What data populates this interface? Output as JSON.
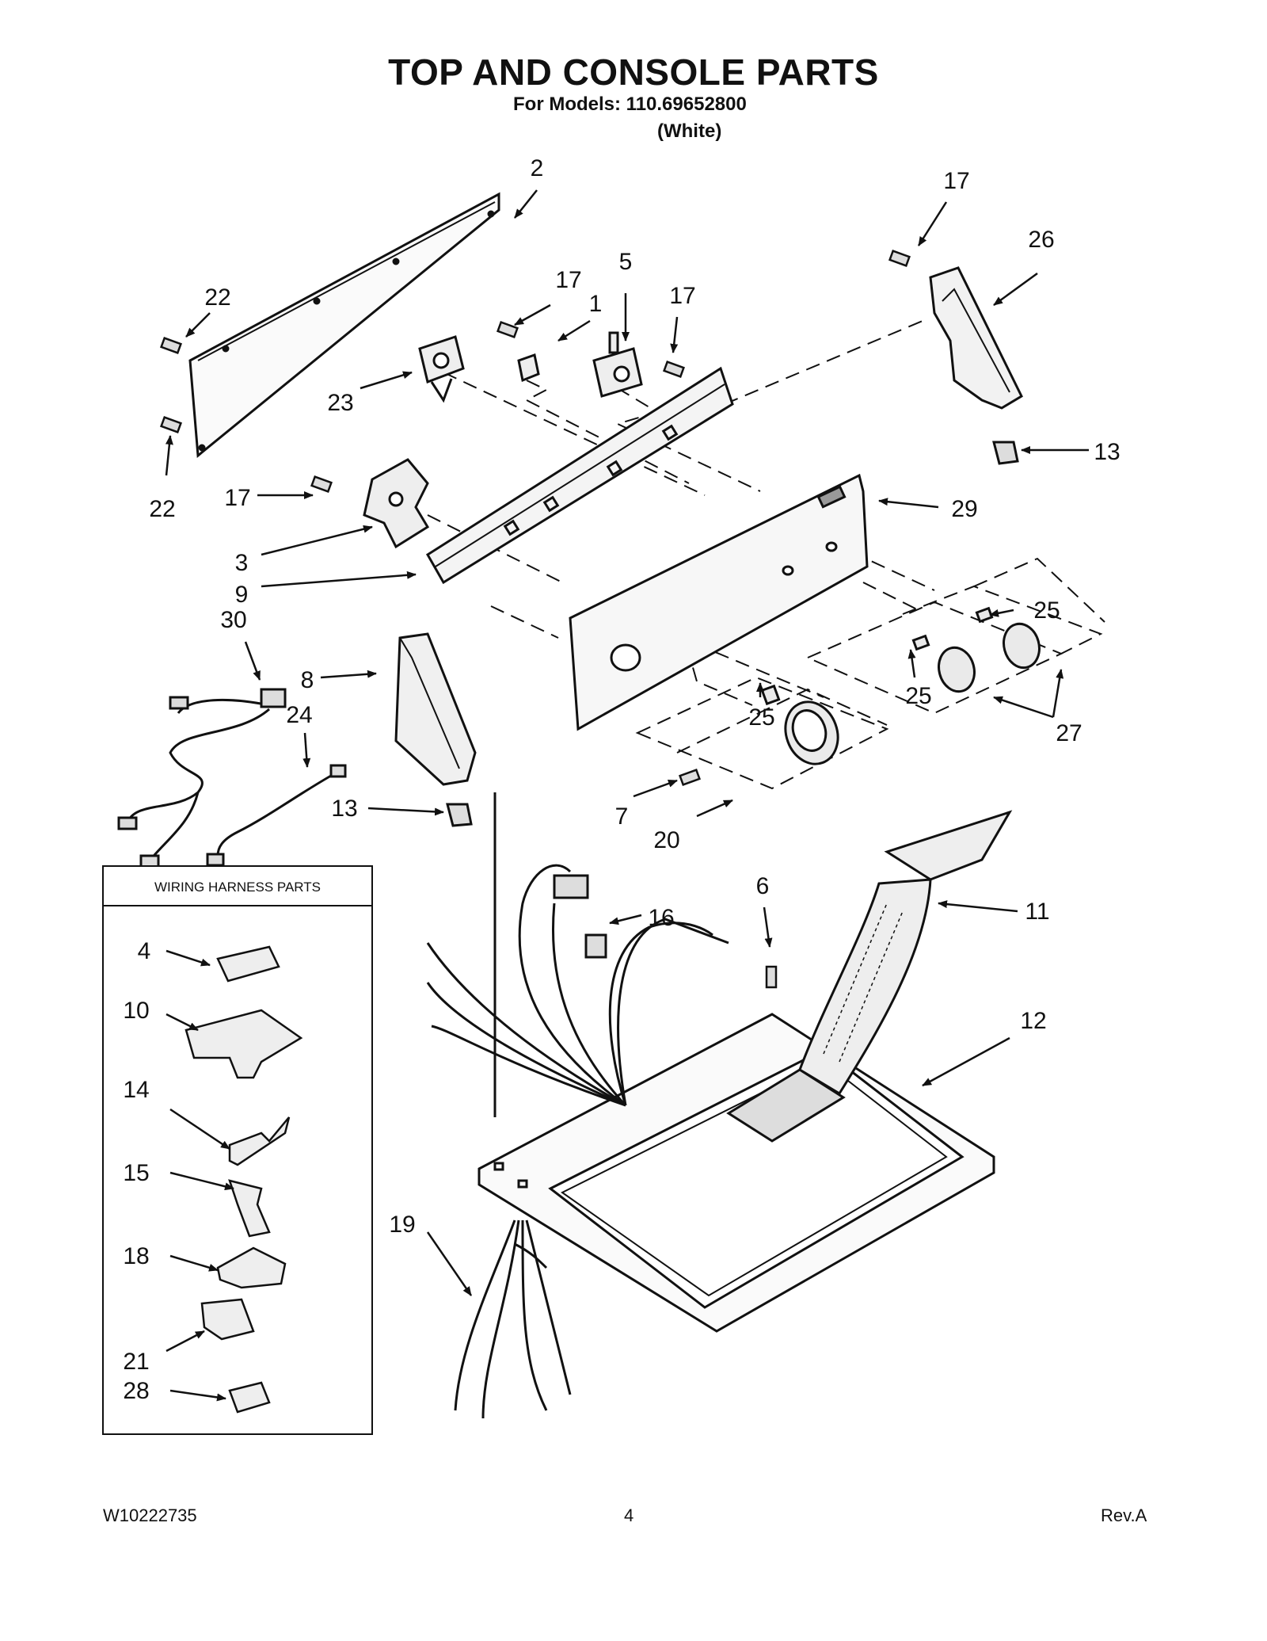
{
  "header": {
    "title": "TOP AND CONSOLE PARTS",
    "models_line": "For Models: 110.69652800",
    "color_variant": "(White)"
  },
  "inset": {
    "title": "WIRING HARNESS PARTS"
  },
  "callouts": [
    {
      "id": "c2",
      "label": "2"
    },
    {
      "id": "c17a",
      "label": "17"
    },
    {
      "id": "c22a",
      "label": "22"
    },
    {
      "id": "c17b",
      "label": "17"
    },
    {
      "id": "c1",
      "label": "1"
    },
    {
      "id": "c5",
      "label": "5"
    },
    {
      "id": "c17c",
      "label": "17"
    },
    {
      "id": "c26",
      "label": "26"
    },
    {
      "id": "c23",
      "label": "23"
    },
    {
      "id": "c13a",
      "label": "13"
    },
    {
      "id": "c22b",
      "label": "22"
    },
    {
      "id": "c17d",
      "label": "17"
    },
    {
      "id": "c29",
      "label": "29"
    },
    {
      "id": "c3",
      "label": "3"
    },
    {
      "id": "c9",
      "label": "9"
    },
    {
      "id": "c30",
      "label": "30"
    },
    {
      "id": "c25a",
      "label": "25"
    },
    {
      "id": "c8",
      "label": "8"
    },
    {
      "id": "c24",
      "label": "24"
    },
    {
      "id": "c25b",
      "label": "25"
    },
    {
      "id": "c27",
      "label": "27"
    },
    {
      "id": "c25c",
      "label": "25"
    },
    {
      "id": "c13b",
      "label": "13"
    },
    {
      "id": "c7",
      "label": "7"
    },
    {
      "id": "c20",
      "label": "20"
    },
    {
      "id": "c6",
      "label": "6"
    },
    {
      "id": "c16",
      "label": "16"
    },
    {
      "id": "c11",
      "label": "11"
    },
    {
      "id": "c12",
      "label": "12"
    },
    {
      "id": "c19",
      "label": "19"
    },
    {
      "id": "c4",
      "label": "4"
    },
    {
      "id": "c10",
      "label": "10"
    },
    {
      "id": "c14",
      "label": "14"
    },
    {
      "id": "c15",
      "label": "15"
    },
    {
      "id": "c18",
      "label": "18"
    },
    {
      "id": "c21",
      "label": "21"
    },
    {
      "id": "c28",
      "label": "28"
    }
  ],
  "footer": {
    "doc_number": "W10222735",
    "page_number": "4",
    "revision": "Rev.A"
  }
}
